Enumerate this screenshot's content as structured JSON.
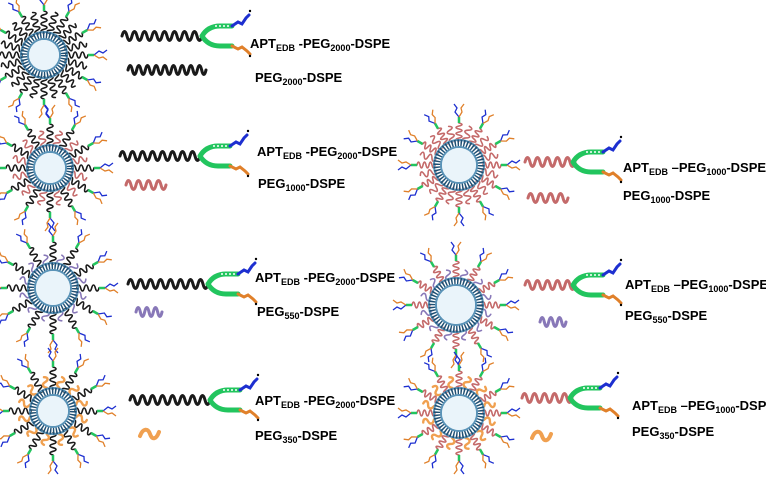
{
  "colors": {
    "peg2000": "#1a1a1a",
    "peg1000": "#c46a6a",
    "peg550": "#8878b8",
    "peg350": "#f0a050",
    "linker": "#22c55e",
    "aptamer_blue": "#1d2fd0",
    "aptamer_orange": "#e0802a",
    "liposome": "#7bb6d8"
  },
  "panels": [
    {
      "label_a": {
        "pre": "APT",
        "sub1": "EDB",
        "mid": " -PEG",
        "sub2": "2000",
        "post": "-DSPE"
      },
      "label_b": {
        "pre": "PEG",
        "sub": "2000",
        "post": "-DSPE"
      },
      "anchor": "PEG2000",
      "filler": "PEG2000"
    },
    {
      "label_a": {
        "pre": "APT",
        "sub1": "EDB",
        "mid": " -PEG",
        "sub2": "2000",
        "post": "-DSPE"
      },
      "label_b": {
        "pre": "PEG",
        "sub": "1000",
        "post": "-DSPE"
      },
      "anchor": "PEG2000",
      "filler": "PEG1000"
    },
    {
      "label_a": {
        "pre": "APT",
        "sub1": "EDB",
        "mid": " –PEG",
        "sub2": "1000",
        "post": "-DSPE"
      },
      "label_b": {
        "pre": "PEG",
        "sub": "1000",
        "post": "-DSPE"
      },
      "anchor": "PEG1000",
      "filler": "PEG1000"
    },
    {
      "label_a": {
        "pre": "APT",
        "sub1": "EDB",
        "mid": " -PEG",
        "sub2": "2000",
        "post": "-DSPE"
      },
      "label_b": {
        "pre": "PEG",
        "sub": "550",
        "post": "-DSPE"
      },
      "anchor": "PEG2000",
      "filler": "PEG550"
    },
    {
      "label_a": {
        "pre": "APT",
        "sub1": "EDB",
        "mid": " –PEG",
        "sub2": "1000",
        "post": "-DSPE"
      },
      "label_b": {
        "pre": "PEG",
        "sub": "550",
        "post": "-DSPE"
      },
      "anchor": "PEG1000",
      "filler": "PEG550"
    },
    {
      "label_a": {
        "pre": "APT",
        "sub1": "EDB",
        "mid": " -PEG",
        "sub2": "2000",
        "post": "-DSPE"
      },
      "label_b": {
        "pre": "PEG",
        "sub": "350",
        "post": "-DSPE"
      },
      "anchor": "PEG2000",
      "filler": "PEG350"
    },
    {
      "label_a": {
        "pre": "APT",
        "sub1": "EDB",
        "mid": " –PEG",
        "sub2": "1000",
        "post": "-DSPE"
      },
      "label_b": {
        "pre": "PEG",
        "sub": "350",
        "post": "-DSPE"
      },
      "anchor": "PEG1000",
      "filler": "PEG350"
    }
  ]
}
